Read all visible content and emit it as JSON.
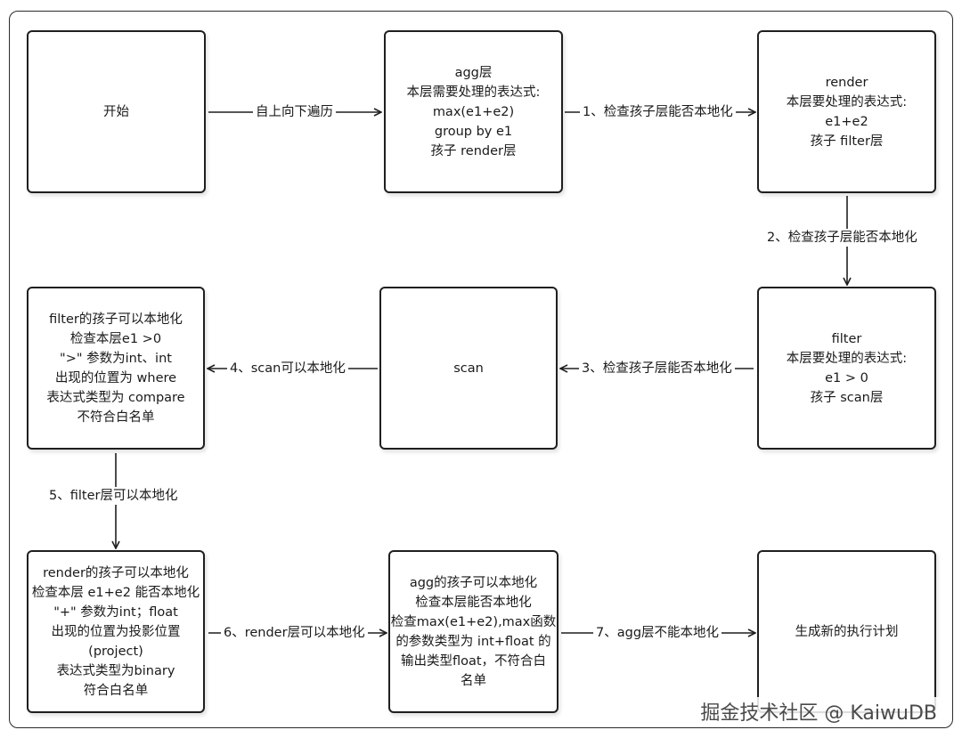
{
  "nodes": {
    "start": [
      "开始"
    ],
    "agg": [
      "agg层",
      "本层需要处理的表达式:",
      "max(e1+e2)",
      "group by e1",
      "孩子 render层"
    ],
    "render": [
      "render",
      "本层要处理的表达式:",
      "e1+e2",
      "孩子 filter层"
    ],
    "filter": [
      "filter",
      "本层要处理的表达式:",
      "e1 > 0",
      "孩子 scan层"
    ],
    "scan": [
      "scan"
    ],
    "filter_check": [
      "filter的孩子可以本地化",
      "检查本层e1 >0",
      "\">\" 参数为int、int",
      "出现的位置为 where",
      "表达式类型为 compare",
      "不符合白名单"
    ],
    "render_check": [
      "render的孩子可以本地化",
      "检查本层 e1+e2 能否本地化",
      "\"+\" 参数为int；float",
      "出现的位置为投影位置",
      "(project)",
      "表达式类型为binary",
      "符合白名单"
    ],
    "agg_check": [
      "agg的孩子可以本地化",
      "检查本层能否本地化",
      "检查max(e1+e2),max函数",
      "的参数类型为 int+float 的",
      "输出类型float，不符合白",
      "名单"
    ],
    "plan": [
      "生成新的执行计划"
    ]
  },
  "edges": {
    "e0": "自上向下遍历",
    "e1": "1、检查孩子层能否本地化",
    "e2": "2、检查孩子层能否本地化",
    "e3": "3、检查孩子层能否本地化",
    "e4": "4、scan可以本地化",
    "e5": "5、filter层可以本地化",
    "e6": "6、render层可以本地化",
    "e7": "7、agg层不能本地化"
  },
  "watermark": "掘金技术社区 @ KaiwuDB"
}
